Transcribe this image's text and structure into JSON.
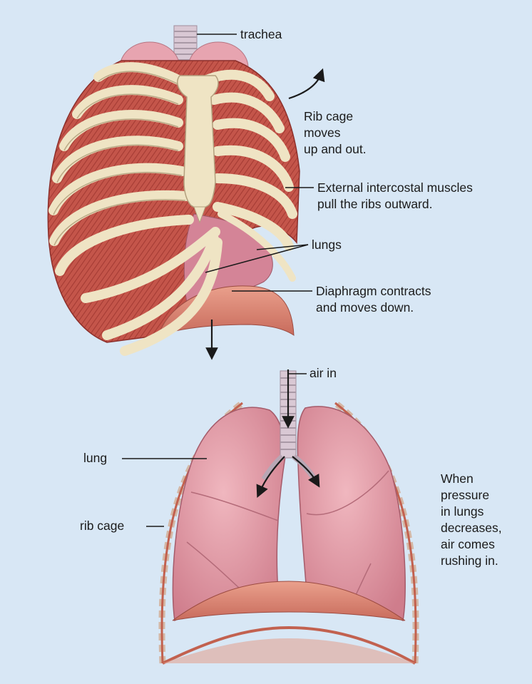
{
  "labels": {
    "trachea": "trachea",
    "rib_cage_moves": "Rib cage\nmoves\nup and out.",
    "intercostal": "External intercostal muscles\npull the ribs outward.",
    "lungs": "lungs",
    "diaphragm": "Diaphragm contracts\nand moves down.",
    "air_in": "air in",
    "lung": "lung",
    "rib_cage": "rib cage",
    "pressure": "When\npressure\nin lungs\ndecreases,\nair comes\nrushing in."
  },
  "colors": {
    "background": "#d8e7f5",
    "bone": "#efe4c4",
    "muscle": "#c4554a",
    "lung": "#e29aa6",
    "diaphragm": "#d98372"
  }
}
